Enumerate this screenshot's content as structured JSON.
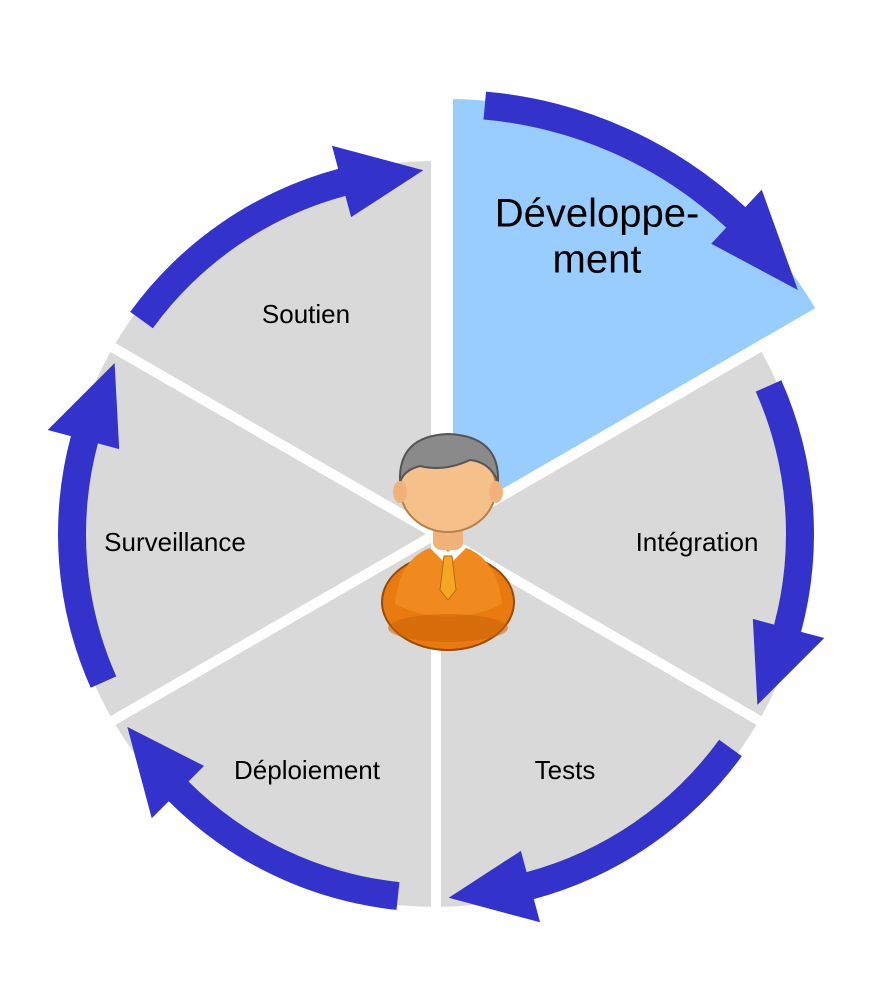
{
  "diagram": {
    "stages": [
      {
        "id": "developpement",
        "lines": [
          "Développe-",
          "ment"
        ],
        "highlighted": true
      },
      {
        "id": "integration",
        "lines": [
          "Intégration"
        ],
        "highlighted": false
      },
      {
        "id": "tests",
        "lines": [
          "Tests"
        ],
        "highlighted": false
      },
      {
        "id": "deploiement",
        "lines": [
          "Déploiement"
        ],
        "highlighted": false
      },
      {
        "id": "surveillance",
        "lines": [
          "Surveillance"
        ],
        "highlighted": false
      },
      {
        "id": "soutien",
        "lines": [
          "Soutien"
        ],
        "highlighted": false
      }
    ],
    "center_icon": "person-icon",
    "colors": {
      "segment_fill": "#d9d9d9",
      "highlight_fill": "#99ccff",
      "arrow": "#3333cc",
      "person_body": "#e87a10",
      "person_hair": "#808080",
      "person_skin": "#f5c08a"
    }
  }
}
